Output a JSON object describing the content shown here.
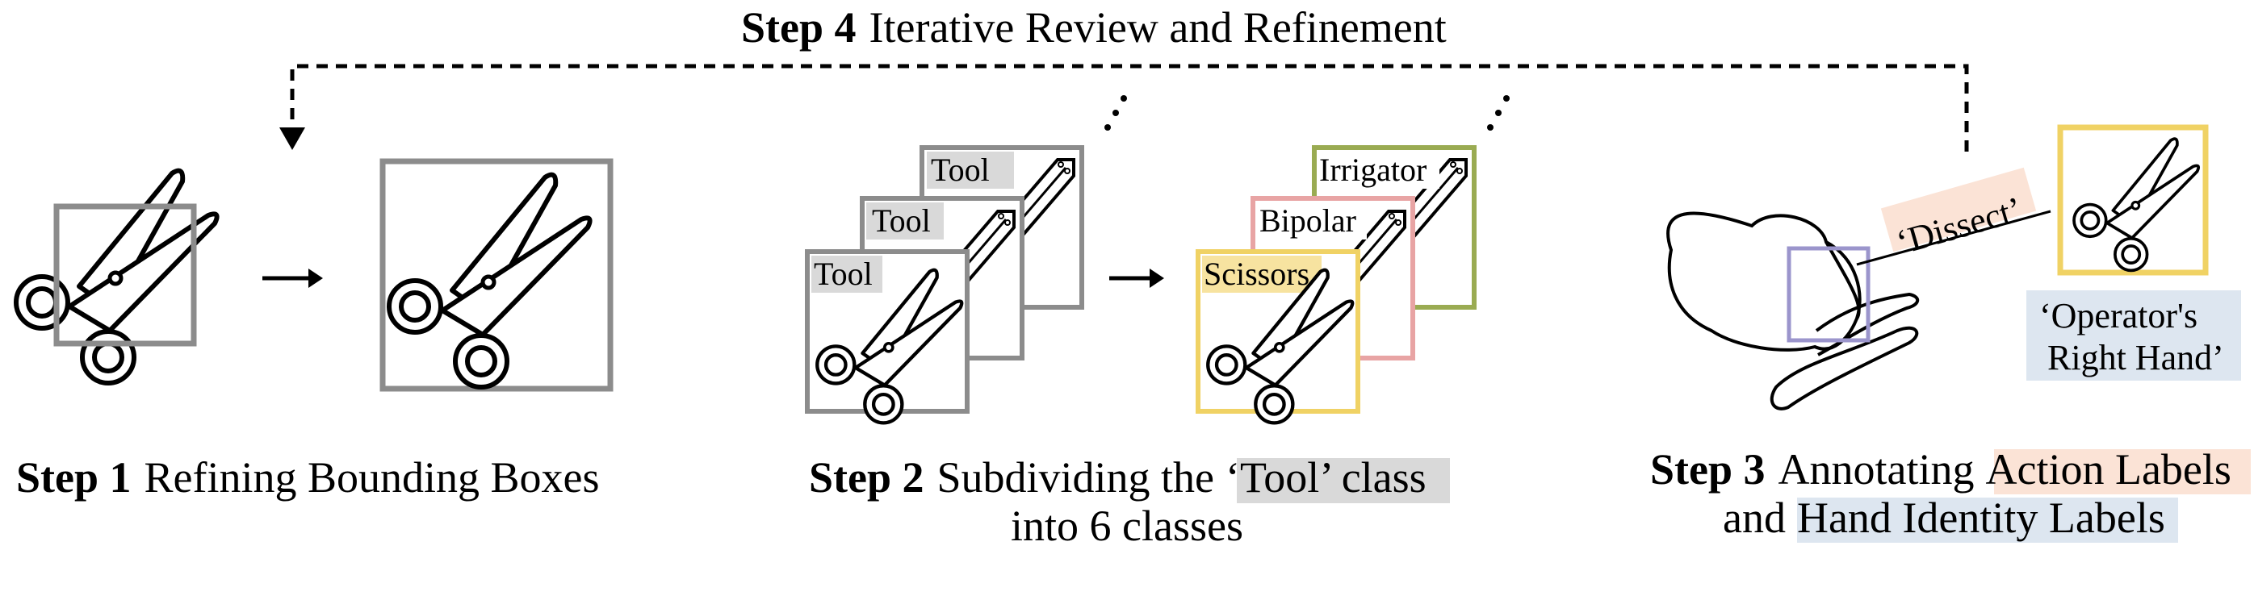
{
  "step4": {
    "number": "Step 4",
    "title": "Iterative Review and Refinement"
  },
  "step1": {
    "number": "Step 1",
    "title": "Refining Bounding Boxes"
  },
  "step2": {
    "number": "Step 2",
    "title_prefix": "Subdividing the",
    "highlight": "‘Tool’ class",
    "title_line2": "into 6 classes",
    "tool_labels": [
      "Tool",
      "Tool",
      "Tool"
    ],
    "class_labels": [
      "Irrigator",
      "Bipolar",
      "Scissors"
    ]
  },
  "step3": {
    "number": "Step 3",
    "title_prefix": "Annotating",
    "action_highlight": "Action Labels",
    "line2_prefix": "and",
    "hand_highlight": "Hand Identity Labels",
    "action_label": "‘Dissect’",
    "hand_label_line1": "‘Operator's",
    "hand_label_line2": "Right Hand’"
  },
  "colors": {
    "gray_box": "#8c8c8c",
    "label_gray": "#d9d9d9",
    "scissors_yellow": "#f0d264",
    "bipolar_pink": "#e8a4a4",
    "irrigator_green": "#9aab52",
    "action_peach": "#fbe3d6",
    "hand_blue": "#dde6f0",
    "hand_box_purple": "#9b95cc"
  },
  "icons": [
    "scissors-icon",
    "arrow-right-icon",
    "dashed-feedback-arrow",
    "hand-outline-icon",
    "instrument-shaft-icon"
  ]
}
